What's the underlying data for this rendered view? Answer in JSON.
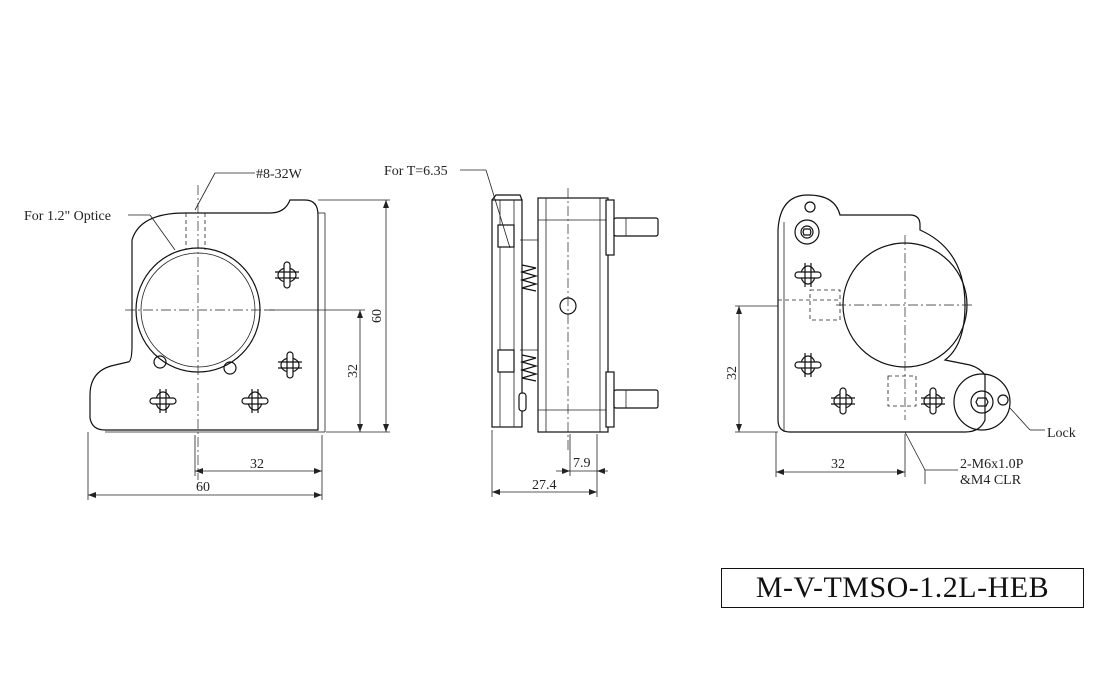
{
  "title": "M-V-TMSO-1.2L-HEB",
  "front_view": {
    "optic_label": "For 1.2\" Optice",
    "thread_label": "#8-32W",
    "dim_width_total": "60",
    "dim_width_partial": "32",
    "dim_height_total": "60",
    "dim_height_partial": "32"
  },
  "side_view": {
    "thickness_label": "For T=6.35",
    "dim_depth_total": "27.4",
    "dim_depth_partial": "7.9"
  },
  "back_view": {
    "lock_label": "Lock",
    "hole_label_line1": "2-M6x1.0P",
    "hole_label_line2": "&M4 CLR",
    "dim_width_partial": "32",
    "dim_height_partial": "32"
  }
}
